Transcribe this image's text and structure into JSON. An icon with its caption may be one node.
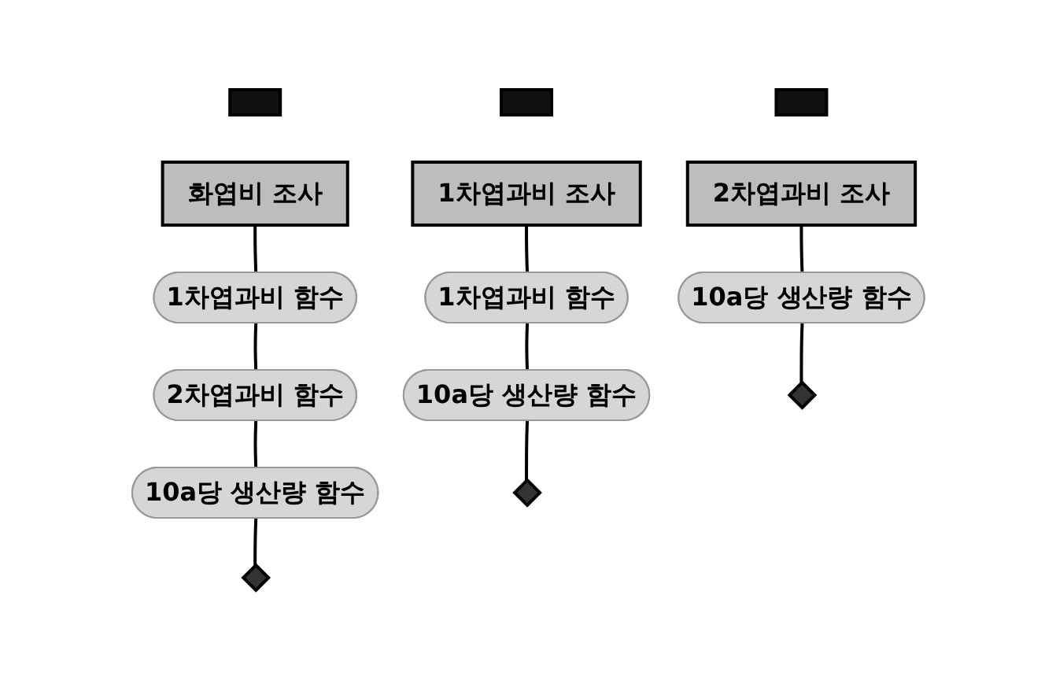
{
  "diagram": {
    "nodes": [
      {
        "text": [],
        "shape": "box"
      },
      {
        "text": [],
        "shape": "box"
      },
      {
        "text": [],
        "shape": "box"
      },
      {
        "text": [
          "화엽비 조사"
        ]
      },
      {
        "text": [
          "1차엽과비 함수"
        ]
      },
      {
        "text": [
          "2차엽과비 함수"
        ]
      },
      {
        "text": [
          "10a당 생산량 함수"
        ]
      },
      {
        "text": [],
        "shape": "diamond"
      },
      {
        "text": [
          "1차엽과비 조사"
        ]
      },
      {
        "text": [
          "1차엽과비 함수"
        ]
      },
      {
        "text": [
          "10a당 생산량 함수"
        ]
      },
      {
        "text": [],
        "shape": "diamond"
      },
      {
        "text": [
          "2차엽과비 조사"
        ]
      },
      {
        "text": [
          "10a당 생산량 함수"
        ]
      },
      {
        "text": [],
        "shape": "diamond"
      }
    ],
    "edges": [
      {
        "from": 3,
        "to": 4,
        "arrow": "none"
      },
      {
        "from": 4,
        "to": 5,
        "arrow": "none"
      },
      {
        "from": 5,
        "to": 6,
        "arrow": "none"
      },
      {
        "from": 6,
        "to": 7,
        "arrow": "none"
      },
      {
        "from": 8,
        "to": 9,
        "arrow": "none"
      },
      {
        "from": 9,
        "to": 10,
        "arrow": "none"
      },
      {
        "from": 10,
        "to": 11,
        "arrow": "none"
      },
      {
        "from": 12,
        "to": 13,
        "arrow": "none"
      },
      {
        "from": 13,
        "to": 14,
        "arrow": "none"
      }
    ]
  }
}
